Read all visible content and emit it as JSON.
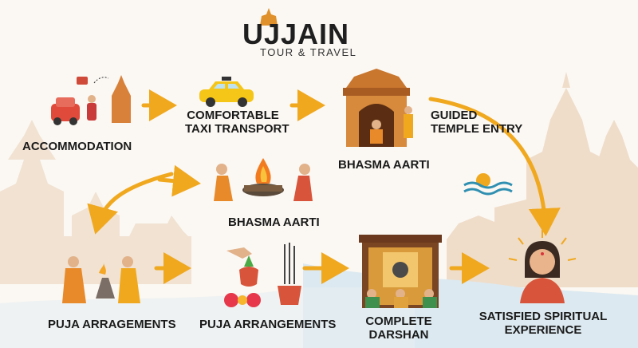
{
  "logo": {
    "main": "UJJAIN",
    "sub": "TOUR & TRAVEL"
  },
  "steps": [
    {
      "id": "accommodation",
      "label": "ACCOMMODATION"
    },
    {
      "id": "taxi",
      "label_line1": "COMFORTABLE",
      "label_line2": "TAXI TRANSPORT"
    },
    {
      "id": "bhasma-top",
      "label": "BHASMA AARTI"
    },
    {
      "id": "guided",
      "label_line1": "GUIDED",
      "label_line2": "TEMPLE ENTRY"
    },
    {
      "id": "bhasma-mid",
      "label": "BHASMA AARTI"
    },
    {
      "id": "puja-left",
      "label": "PUJA ARRAGEMENTS"
    },
    {
      "id": "puja-mid",
      "label": "PUJA ARRANGEMENTS"
    },
    {
      "id": "darshan",
      "label_line1": "COMPLETE",
      "label_line2": "DARSHAN"
    },
    {
      "id": "satisfied",
      "label_line1": "SATISFIED SPIRITUAL",
      "label_line2": "EXPERIENCE"
    }
  ],
  "colors": {
    "arrow": "#f0a81f",
    "saffron": "#e8892a",
    "temple": "#c9762e",
    "bg_temple": "#efd9c4"
  }
}
